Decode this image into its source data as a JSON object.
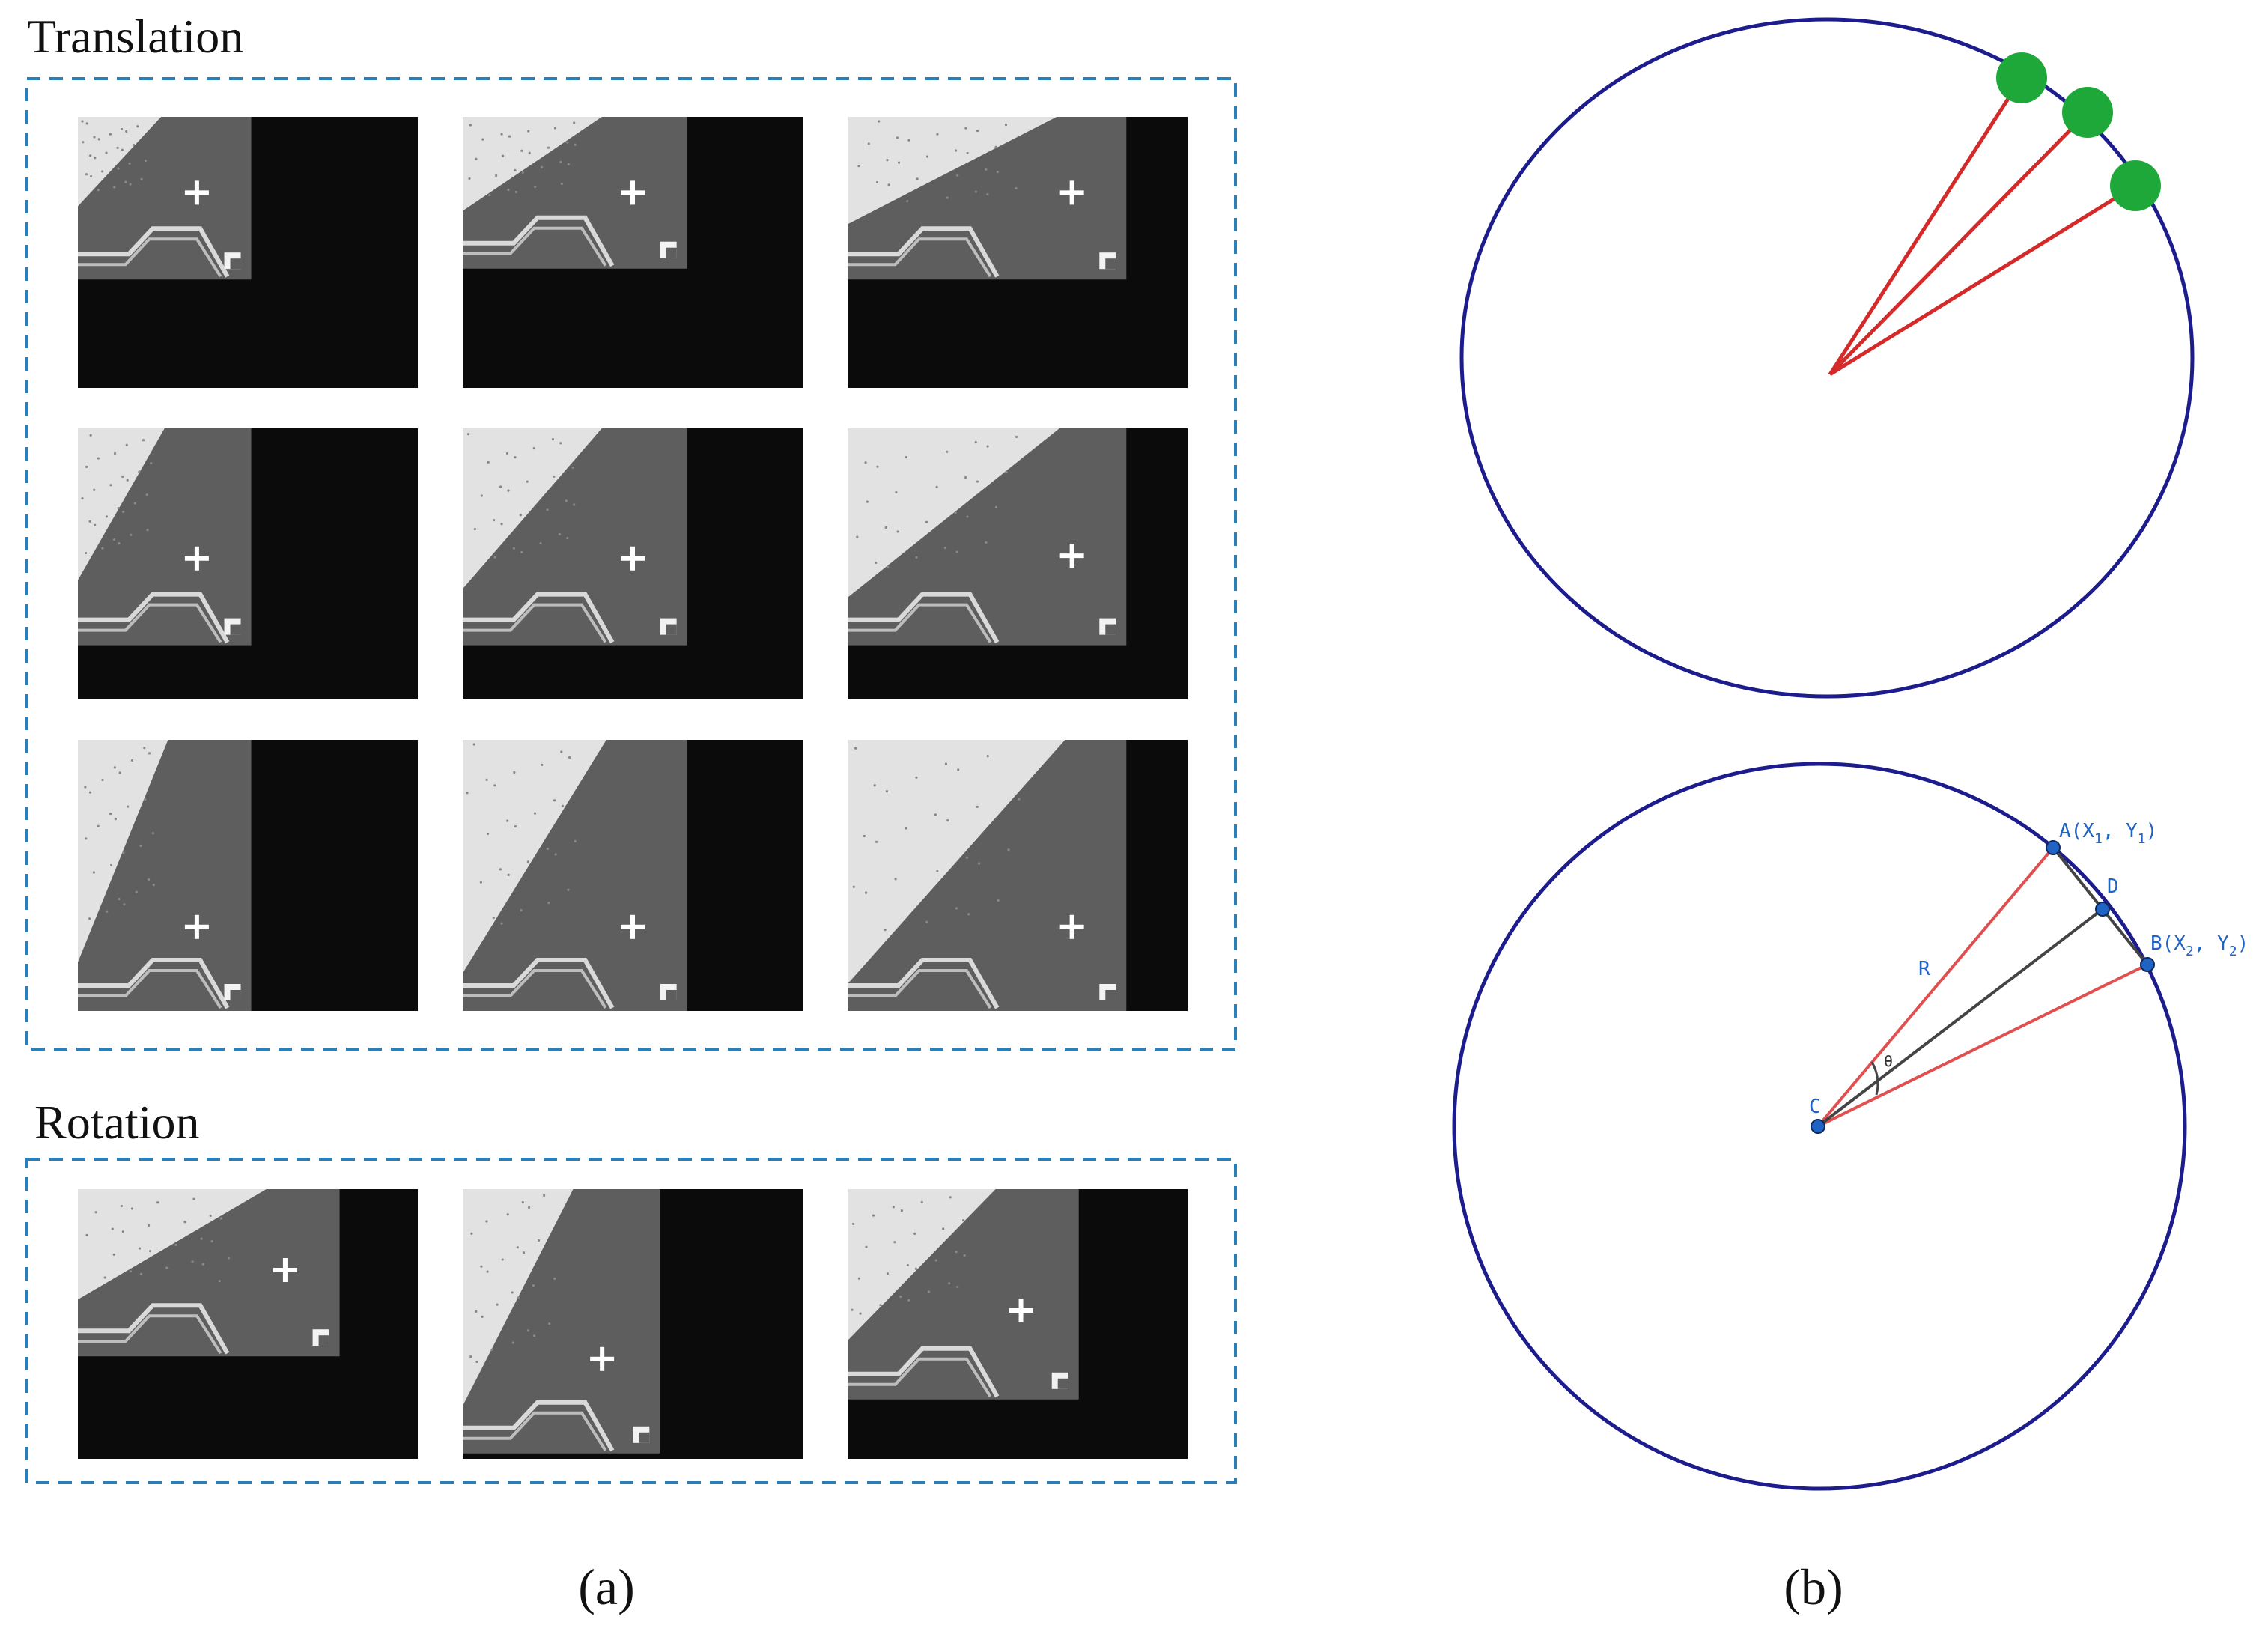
{
  "panel_a": {
    "translation_label": "Translation",
    "rotation_label": "Rotation",
    "caption": "(a)",
    "translation_grid": {
      "rows": 3,
      "cols": 3,
      "marker": "+"
    },
    "rotation_grid": {
      "rows": 1,
      "cols": 3,
      "marker": "+"
    },
    "colors": {
      "frame_dash": "#2a7fb8",
      "thumb_dark": "#0b0b0b",
      "thumb_gray": "#5e5e5e",
      "thumb_light": "#e2e2e2"
    }
  },
  "panel_b": {
    "caption": "(b)",
    "top_diagram": {
      "marker_count": 3,
      "colors": {
        "circle": "#1c1c8c",
        "radius": "#d42a2a",
        "marker": "#1fa83a"
      }
    },
    "bottom_diagram": {
      "point_a_label": "A(X",
      "point_a_sub_x": "1",
      "point_a_mid": ", Y",
      "point_a_sub_y": "1",
      "point_a_end": ")",
      "point_b_label": "B(X",
      "point_b_sub_x": "2",
      "point_b_mid": ", Y",
      "point_b_sub_y": "2",
      "point_b_end": ")",
      "point_d_label": "D",
      "point_c_label": "C",
      "radius_label": "R",
      "angle_label": "θ",
      "colors": {
        "circle": "#1c1c8c",
        "radius": "#e05050",
        "bisector": "#444444",
        "point": "#1f63c4"
      }
    }
  }
}
